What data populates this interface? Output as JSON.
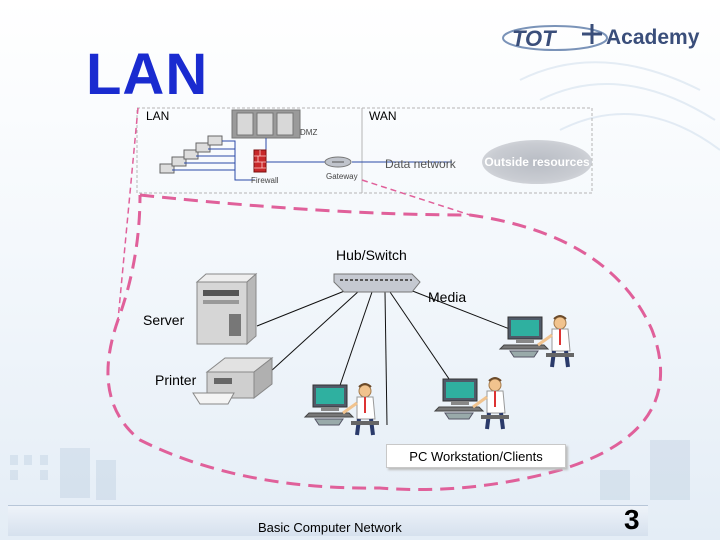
{
  "slide": {
    "title": "LAN",
    "logo_text": "Academy",
    "footer_text": "Basic Computer Network",
    "page_number": "3"
  },
  "inset": {
    "lan_label": "LAN",
    "wan_label": "WAN",
    "dmz_label": "DMZ",
    "firewall_label": "Firewall",
    "gateway_label": "Gateway",
    "data_network_label": "Data network",
    "outside_resources_label": "Outside resources"
  },
  "main": {
    "hub_label": "Hub/Switch",
    "media_label": "Media",
    "server_label": "Server",
    "printer_label": "Printer",
    "pc_label": "PC Workstation/Clients"
  },
  "colors": {
    "title": "#1a2bd0",
    "dashed_border": "#e0609a",
    "link": "#111111",
    "logo": "#3a4e7a"
  },
  "icons": [
    "server-icon",
    "printer-icon",
    "workstation-icon",
    "hub-switch-icon",
    "firewall-icon",
    "gateway-icon",
    "dmz-servers-icon"
  ]
}
